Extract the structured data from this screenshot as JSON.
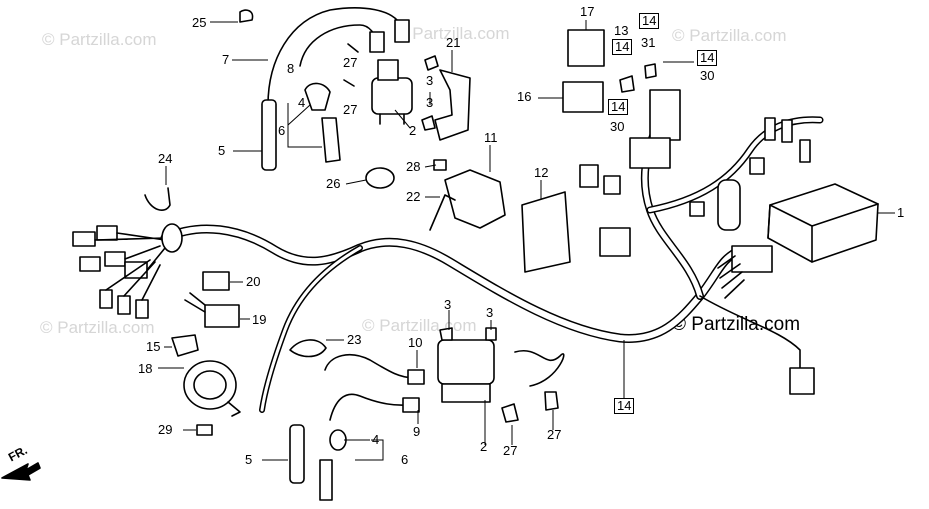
{
  "watermarks": {
    "main": "© Partzilla.com",
    "faint": "© Partzilla.com"
  },
  "direction": "FR.",
  "callouts": [
    {
      "text": "25"
    },
    {
      "text": "7"
    },
    {
      "text": "8"
    },
    {
      "text": "4"
    },
    {
      "text": "6"
    },
    {
      "text": "5"
    },
    {
      "text": "27"
    },
    {
      "text": "27"
    },
    {
      "text": "3"
    },
    {
      "text": "3"
    },
    {
      "text": "2"
    },
    {
      "text": "21"
    },
    {
      "text": "17"
    },
    {
      "text": "13"
    },
    {
      "text": "14"
    },
    {
      "text": "14"
    },
    {
      "text": "31"
    },
    {
      "text": "14"
    },
    {
      "text": "30"
    },
    {
      "text": "16"
    },
    {
      "text": "14"
    },
    {
      "text": "30"
    },
    {
      "text": "11"
    },
    {
      "text": "28"
    },
    {
      "text": "26"
    },
    {
      "text": "22"
    },
    {
      "text": "12"
    },
    {
      "text": "24"
    },
    {
      "text": "1"
    },
    {
      "text": "20"
    },
    {
      "text": "19"
    },
    {
      "text": "15"
    },
    {
      "text": "23"
    },
    {
      "text": "3"
    },
    {
      "text": "3"
    },
    {
      "text": "10"
    },
    {
      "text": "18"
    },
    {
      "text": "14"
    },
    {
      "text": "29"
    },
    {
      "text": "9"
    },
    {
      "text": "4"
    },
    {
      "text": "2"
    },
    {
      "text": "27"
    },
    {
      "text": "27"
    },
    {
      "text": "5"
    },
    {
      "text": "6"
    }
  ]
}
